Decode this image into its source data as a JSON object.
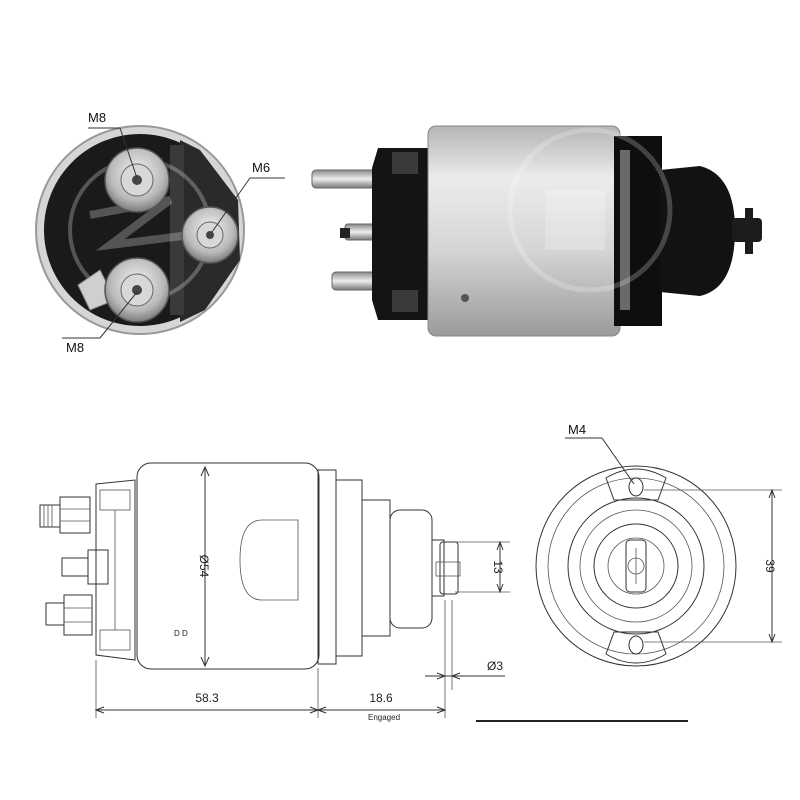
{
  "photo_top_view": {
    "labels": {
      "terminal_top": "M8",
      "terminal_right": "M6",
      "terminal_bottom": "M8"
    }
  },
  "drawing_side": {
    "dimensions": {
      "diameter": "Ø54",
      "body_length": "58.3",
      "stroke": "18.6",
      "stroke_note": "Engaged",
      "plunger_width": "13",
      "pin_diameter": "Ø3"
    },
    "marking": "D D"
  },
  "drawing_end": {
    "labels": {
      "mount_thread": "M4",
      "hole_spacing": "39"
    }
  },
  "colors": {
    "line": "#333333",
    "silver": "#c8c8c8",
    "black": "#111111"
  }
}
